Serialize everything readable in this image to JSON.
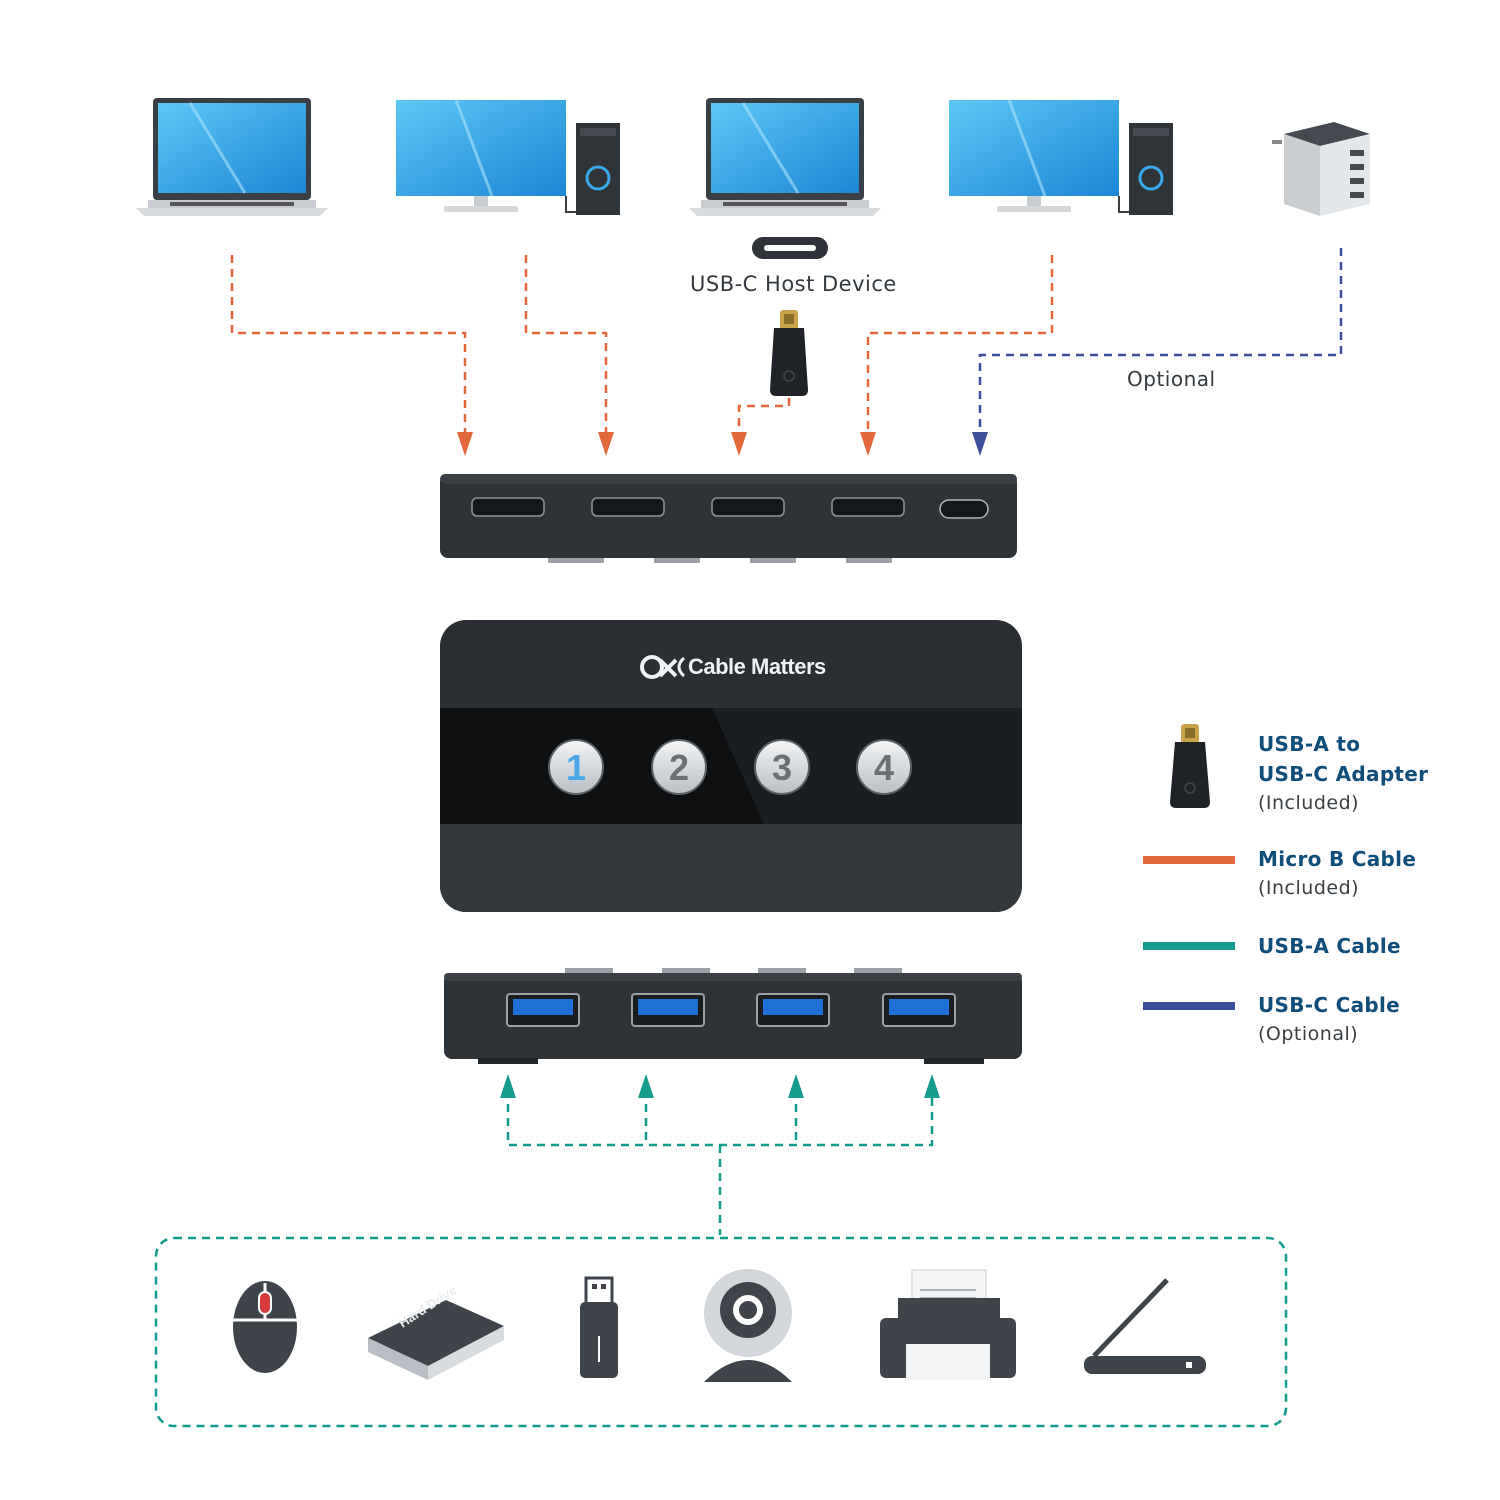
{
  "labels": {
    "host_device": "USB-C Host Device",
    "optional": "Optional",
    "brand": "Cable Matters",
    "hard_drive": "Hard Drive"
  },
  "buttons": [
    "1",
    "2",
    "3",
    "4"
  ],
  "legend": [
    {
      "title_lines": [
        "USB-A to",
        "USB-C Adapter"
      ],
      "sub": "(Included)",
      "icon": "adapter-icon"
    },
    {
      "title_lines": [
        "Micro B Cable"
      ],
      "sub": "(Included)",
      "color": "#e2673d"
    },
    {
      "title_lines": [
        "USB-A Cable"
      ],
      "sub": "",
      "color": "#139b8c"
    },
    {
      "title_lines": [
        "USB-C Cable"
      ],
      "sub": "(Optional)",
      "color": "#3d4f9a"
    }
  ],
  "colors": {
    "micro_b": "#e2673d",
    "usb_a": "#139b8c",
    "usb_c": "#3d4f9a",
    "legend_text": "#0f4d7a",
    "device_dark": "#3e444a"
  },
  "host_devices": [
    "laptop-icon",
    "desktop-icon",
    "laptop-icon",
    "desktop-icon",
    "power-adapter-icon"
  ],
  "peripherals": [
    "mouse-icon",
    "hard-drive-icon",
    "usb-flash-drive-icon",
    "webcam-icon",
    "printer-icon",
    "scanner-icon"
  ]
}
